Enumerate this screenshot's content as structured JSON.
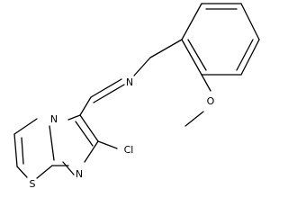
{
  "structure": {
    "atoms": {
      "N_imine": {
        "symbol": "N"
      },
      "O_methoxy": {
        "symbol": "O"
      },
      "N_bridge": {
        "symbol": "N"
      },
      "N_ring": {
        "symbol": "N"
      },
      "S_ring": {
        "symbol": "S"
      },
      "Cl_sub": {
        "symbol": "Cl"
      }
    }
  }
}
